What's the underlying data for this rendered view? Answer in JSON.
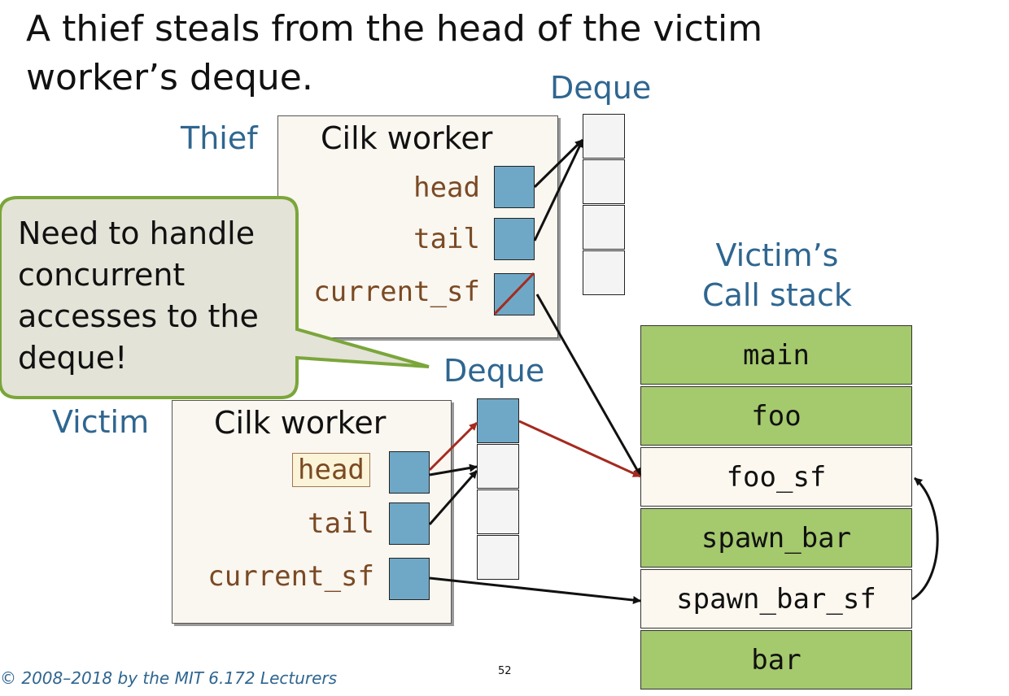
{
  "title": "A thief steals from the head of the victim worker’s deque.",
  "thief": {
    "role_label": "Thief",
    "deque_label": "Deque",
    "worker_title": "Cilk worker",
    "fields": [
      "head",
      "tail",
      "current_sf"
    ]
  },
  "victim": {
    "role_label": "Victim",
    "deque_label": "Deque",
    "worker_title": "Cilk worker",
    "fields": [
      "head",
      "tail",
      "current_sf"
    ]
  },
  "callout": "Need to handle concurrent accesses to the deque!",
  "call_stack": {
    "title_line1": "Victim’s",
    "title_line2": "Call stack",
    "frames": [
      "main",
      "foo",
      "foo_sf",
      "spawn_bar",
      "spawn_bar_sf",
      "bar"
    ]
  },
  "footer": "© 2008–2018 by the MIT 6.172 Lecturers",
  "page_number": "52",
  "colors": {
    "label_blue": "#2f6690",
    "pointer_blue": "#6fa8c6",
    "frame_green": "#a5c96d",
    "callout_fill": "#e4e3d7",
    "callout_border": "#7aa63a",
    "field_brown": "#7a4a24",
    "steal_arrow_red": "#a52a1f"
  }
}
